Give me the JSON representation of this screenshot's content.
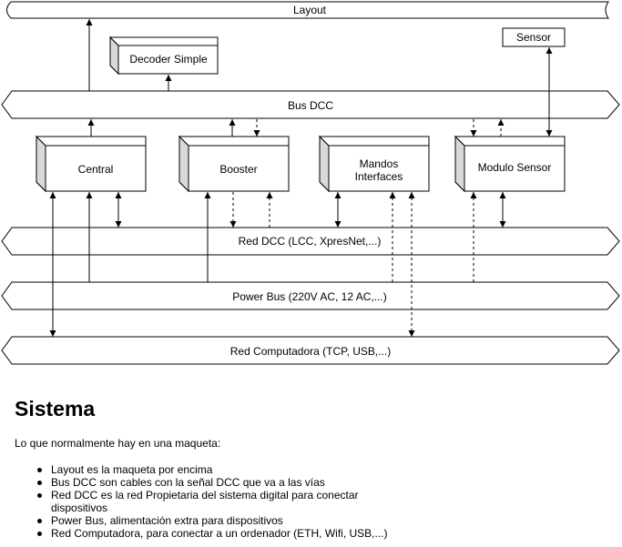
{
  "diagram": {
    "buses": {
      "layout": "Layout",
      "bus_dcc": "Bus DCC",
      "red_dcc": "Red  DCC (LCC, XpresNet,...)",
      "power_bus": "Power Bus (220V AC, 12 AC,...)",
      "red_computadora": "Red  Computadora (TCP, USB,...)"
    },
    "boxes": {
      "decoder_simple": "Decoder Simple",
      "sensor": "Sensor",
      "central": "Central",
      "booster": "Booster",
      "mandos_line1": "Mandos",
      "mandos_line2": "Interfaces",
      "modulo_sensor": "Modulo Sensor"
    }
  },
  "article": {
    "title": "Sistema",
    "intro": "Lo que normalmente hay en una maqueta:",
    "items": [
      "Layout es la maqueta por encima",
      "Bus DCC son cables con la señal DCC que va a las vías",
      "Red DCC es la red Propietaria del sistema digital para conectar dispositivos",
      "Power Bus, alimentación extra para dispositivos",
      "Red Computadora, para conectar a un ordenador (ETH, Wifi, USB,...)"
    ]
  }
}
